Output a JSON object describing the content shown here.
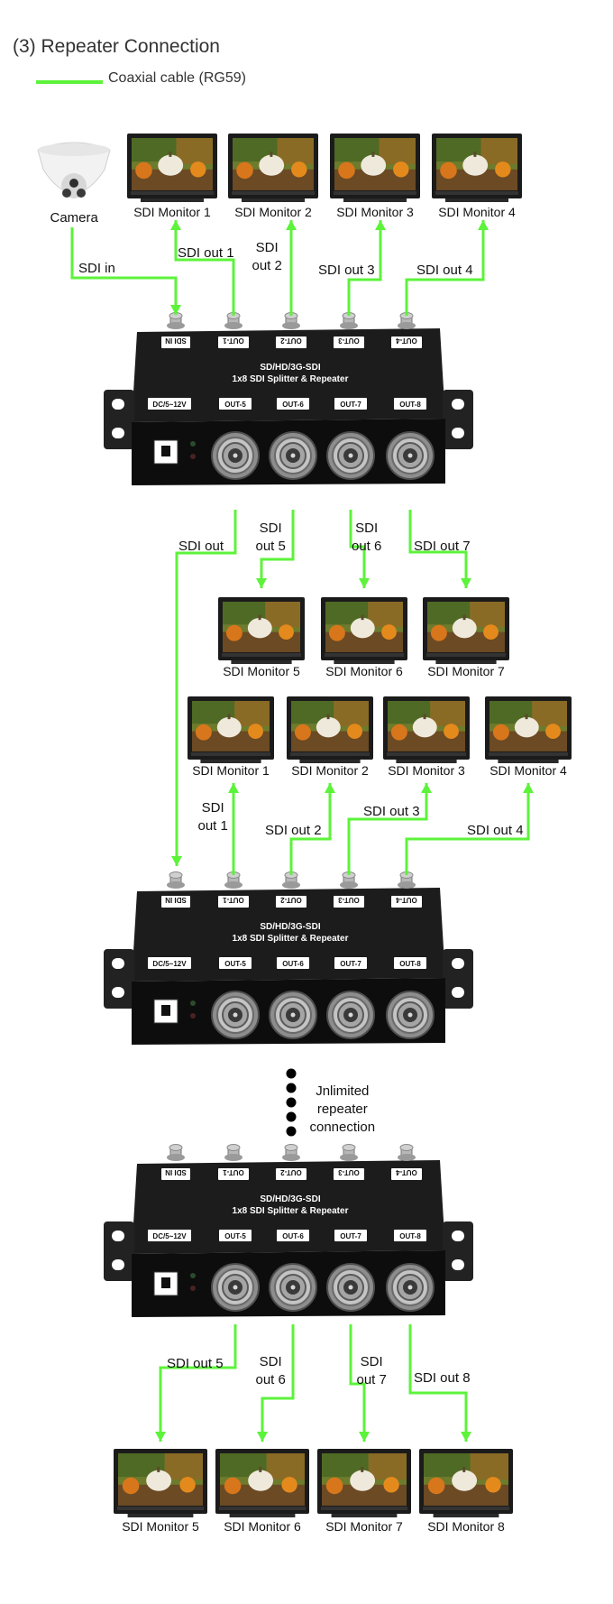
{
  "title": "(3) Repeater Connection",
  "legend": {
    "label": "Coaxial cable (RG59)",
    "color": "#5cf33a"
  },
  "camera_label": "Camera",
  "device": {
    "line1": "SD/HD/3G-SDI",
    "line2": "1x8 SDI Splitter & Repeater",
    "sdi_in": "SDI IN",
    "power": "DC/5~12V",
    "top_ports": [
      "OUT-1",
      "OUT-2",
      "OUT-3",
      "OUT-4"
    ],
    "front_ports": [
      "OUT-5",
      "OUT-6",
      "OUT-7",
      "OUT-8"
    ]
  },
  "group1": {
    "monitors_top": [
      "SDI Monitor 1",
      "SDI Monitor 2",
      "SDI Monitor 3",
      "SDI Monitor 4"
    ],
    "sdi_in": "SDI in",
    "top_cables": [
      "SDI out 1",
      "SDI\nout 2",
      "SDI out 3",
      "SDI out 4"
    ],
    "front_cables": [
      "SDI\nout 5",
      "SDI\nout 6",
      "SDI out 7"
    ],
    "sdi_out": "SDI out",
    "monitors_bottom": [
      "SDI Monitor 5",
      "SDI Monitor 6",
      "SDI Monitor 7"
    ]
  },
  "group2": {
    "monitors_top": [
      "SDI Monitor 1",
      "SDI Monitor 2",
      "SDI Monitor 3",
      "SDI Monitor 4"
    ],
    "top_cables": [
      "SDI\nout 1",
      "SDI out 2",
      "SDI out 3",
      "SDI out 4"
    ]
  },
  "unlimited": "Jnlimited\nrepeater\nconnection",
  "group3": {
    "front_cables": [
      "SDI out 5",
      "SDI\nout 6",
      "SDI\nout 7",
      "SDI out 8"
    ],
    "monitors_bottom": [
      "SDI Monitor 5",
      "SDI Monitor 6",
      "SDI Monitor 7",
      "SDI Monitor 8"
    ]
  }
}
